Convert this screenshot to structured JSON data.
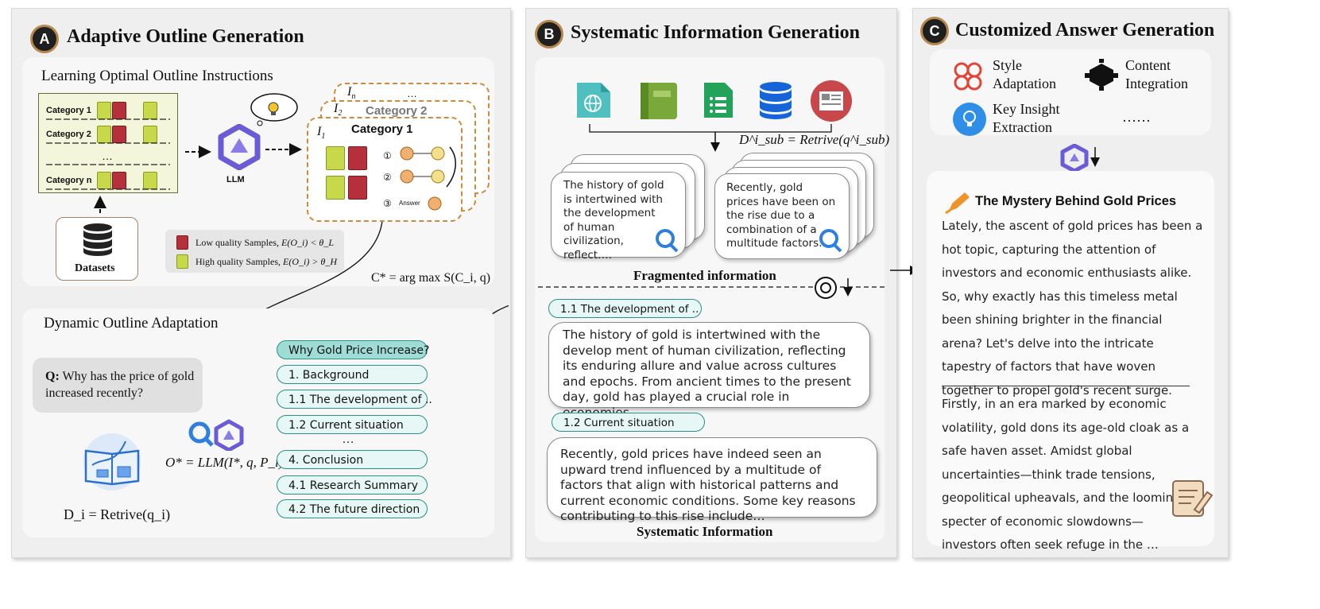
{
  "panelA": {
    "badge": "A",
    "title": "Adaptive Outline Generation",
    "learning_title": "Learning Optimal Outline Instructions",
    "categories": [
      "Category 1",
      "Category 2",
      "Category n"
    ],
    "ellipsis": "…",
    "llm_label": "LLM",
    "datasets_label": "Datasets",
    "stack_labels": [
      "I",
      "I",
      "I"
    ],
    "stack_subs": [
      "n",
      "2",
      "1"
    ],
    "stack_cat2": "Category 2",
    "stack_cat1": "Category 1",
    "stack_nums": [
      "①",
      "②",
      "③"
    ],
    "stack_answer": "Answer",
    "legend_low": "Low quality Samples,",
    "legend_low_math": "E(O_i) < θ_L",
    "legend_high": "High quality Samples,",
    "legend_high_math": "E(O_i) > θ_H",
    "formula_c": "C* = arg max S(C_i, q)",
    "dynamic_title": "Dynamic Outline Adaptation",
    "question_label": "Q:",
    "question_text": "Why has the price of gold increased recently?",
    "formula_o": "O* = LLM(I*, q, P_i)",
    "formula_d": "D_i = Retrive(q_i)",
    "outline": [
      "Why Gold Price Increase?",
      "1. Background",
      "1.1 The development of ..",
      "1.2 Current situation",
      "…",
      "4. Conclusion",
      "4.1 Research Summary",
      "4.2 The future direction"
    ]
  },
  "panelB": {
    "badge": "B",
    "title": "Systematic Information Generation",
    "formula_dsub": "D^i_sub = Retrive(q^i_sub)",
    "frag_card1": "The history of gold is intertwined with the development of human civilization, reflect….",
    "frag_card2": "Recently, gold prices have been on the rise due to a combination of a multitude factors…",
    "fragmented_label": "Fragmented information",
    "pill1": "1.1 The development of ..",
    "sys_text1": "The history of gold is intertwined with the develop ment of human civilization, reflecting its enduring allure and value across cultures and epochs. From ancient times to the present day, gold has played a crucial role in economies…",
    "pill2": "1.2 Current situation",
    "sys_text2": "Recently, gold prices have indeed seen an upward trend influenced by a multitude of factors that align with historical patterns and current economic conditions. Some key reasons contributing to this rise include…",
    "systematic_label": "Systematic Information"
  },
  "panelC": {
    "badge": "C",
    "title": "Customized Answer Generation",
    "features": [
      "Style Adaptation",
      "Content Integration",
      "Key Insight Extraction",
      "……"
    ],
    "answer_title": "The Mystery Behind Gold Prices",
    "answer_p1": "Lately, the ascent of gold prices has been a hot topic, capturing the attention of investors and economic enthusiasts alike. So, why exactly has this timeless metal been shining brighter in the financial arena? Let's delve into the intricate tapestry of factors that have woven together to propel gold's recent surge.",
    "answer_p2": "Firstly, in an era marked by economic volatility, gold dons its age-old cloak as a safe haven asset. Amidst global uncertainties—think trade tensions, geopolitical upheavals, and the looming specter of economic slowdowns—investors often seek refuge in the …"
  },
  "colors": {
    "teal_border": "#2a8f86",
    "teal_fill": "#e7f7f5",
    "teal_head": "#9fdcd6",
    "badge_ring": "#b5874a",
    "orange_dash": "#d08a3a",
    "llm_purple": "#6a5bd6",
    "search_blue": "#2f7fe0"
  }
}
